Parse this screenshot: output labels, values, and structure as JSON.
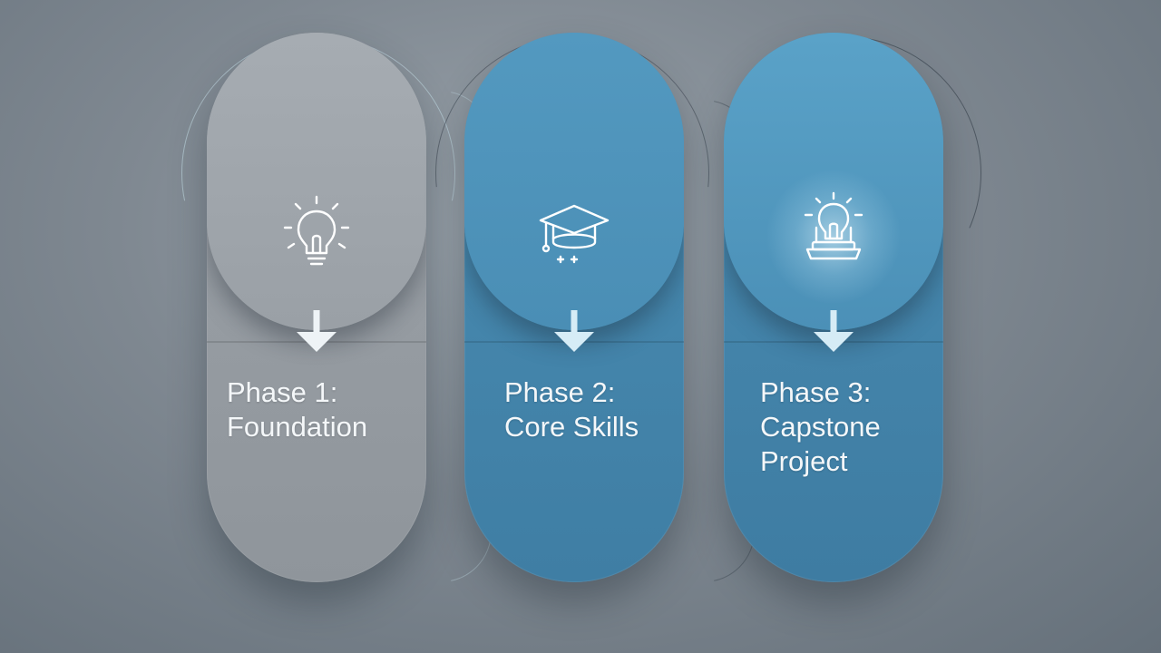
{
  "phases": [
    {
      "title": "Phase 1:",
      "subtitle": "Foundation",
      "icon": "lightbulb-icon",
      "color": "#9aa0a6"
    },
    {
      "title": "Phase 2:",
      "subtitle": "Core Skills",
      "icon": "graduation-cap-icon",
      "color": "#4a8eb5"
    },
    {
      "title": "Phase 3:",
      "subtitle": "Capstone Project",
      "icon": "lightbulb-podium-icon",
      "color": "#4b90b7"
    }
  ]
}
